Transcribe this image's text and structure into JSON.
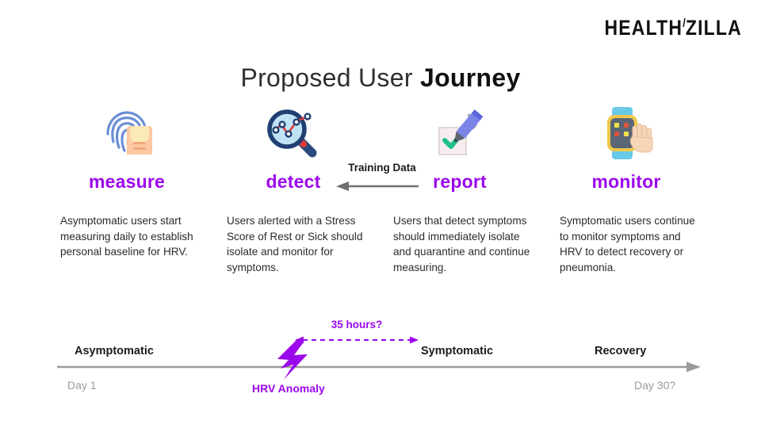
{
  "brand": {
    "name_part1": "HEALTH",
    "tick": "/",
    "name_part2": "ZILLA"
  },
  "title": {
    "light": "Proposed User ",
    "bold": "Journey"
  },
  "accent_color": "#9b07ec",
  "steps": [
    {
      "icon": "fingerprint-icon",
      "label": "measure",
      "body": "Asymptomatic users start measuring daily to establish personal baseline for HRV."
    },
    {
      "icon": "magnifier-chart-icon",
      "label": "detect",
      "body": "Users alerted with a Stress Score of Rest or Sick should isolate and monitor for symptoms."
    },
    {
      "icon": "pen-checkbox-icon",
      "label": "report",
      "body": "Users that detect symptoms should immediately isolate and quarantine and continue measuring."
    },
    {
      "icon": "smartwatch-hand-icon",
      "label": "monitor",
      "body": "Symptomatic users continue to monitor symptoms and HRV to detect recovery or pneumonia."
    }
  ],
  "training_flow": {
    "label": "Training Data",
    "direction": "right-to-left"
  },
  "timeline": {
    "gap_label": "35 hours?",
    "phases": [
      "Asymptomatic",
      "Symptomatic",
      "Recovery"
    ],
    "start_label": "Day 1",
    "end_label": "Day 30?",
    "marker_label": "HRV Anomaly",
    "marker_icon": "lightning-bolt-icon"
  }
}
